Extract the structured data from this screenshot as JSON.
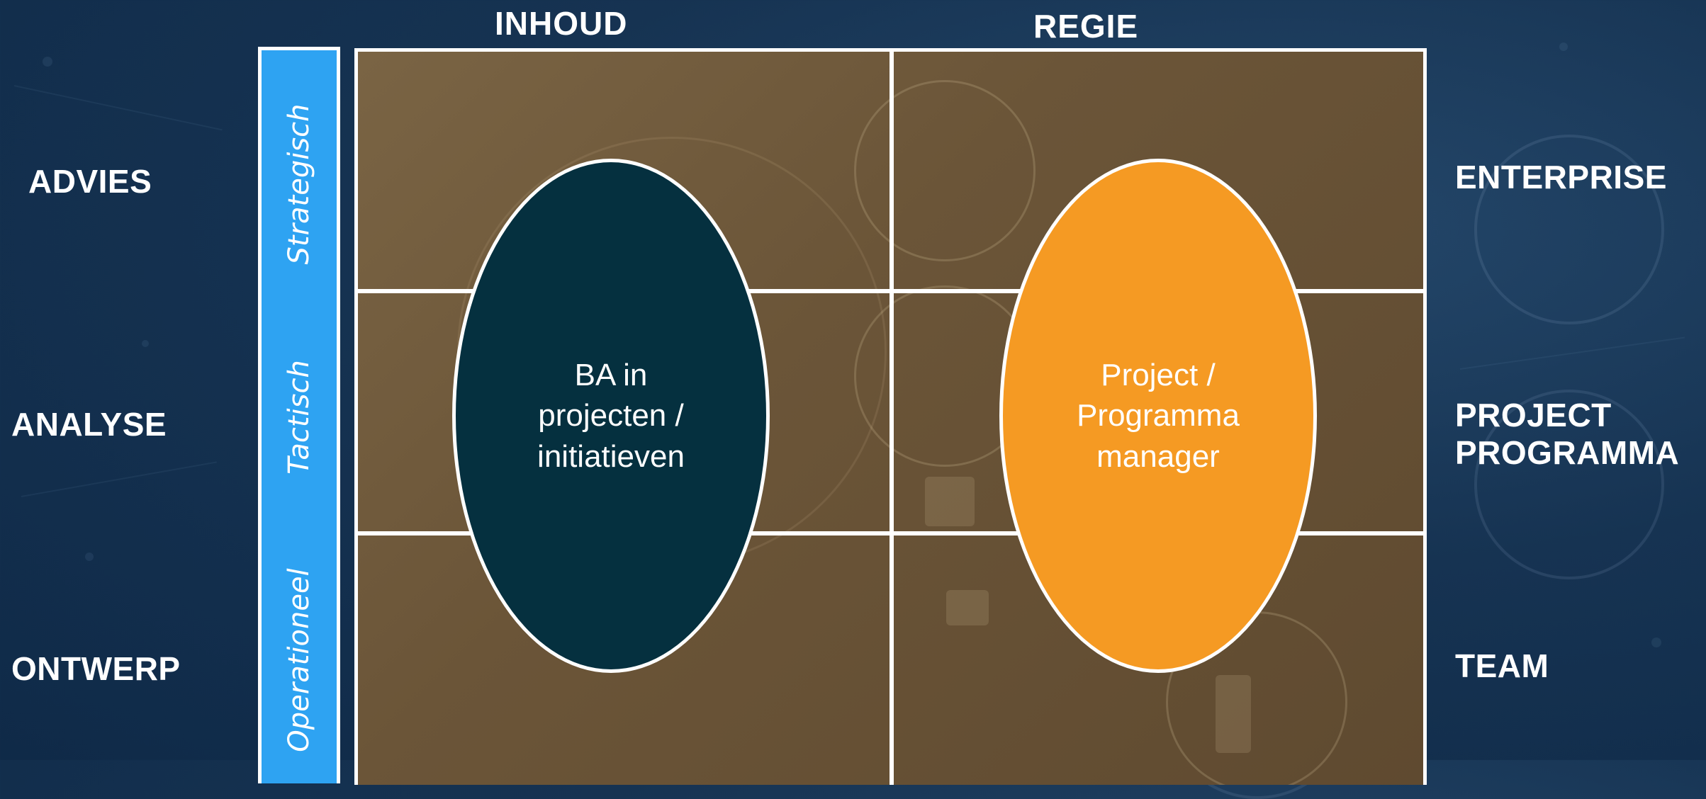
{
  "columns": {
    "left": "INHOUD",
    "right": "REGIE"
  },
  "left_labels": [
    "ADVIES",
    "ANALYSE",
    "ONTWERP"
  ],
  "right_labels": {
    "top": "ENTERPRISE",
    "middle_line1": "PROJECT",
    "middle_line2": "PROGRAMMA",
    "bottom": "TEAM"
  },
  "levels": [
    "Strategisch",
    "Tactisch",
    "Operationeel"
  ],
  "ovals": {
    "left": {
      "line1": "BA in",
      "line2": "projecten /",
      "line3": "initiatieven",
      "color": "#05303f"
    },
    "right": {
      "line1": "Project /",
      "line2": "Programma",
      "line3": "manager",
      "color": "#f59a23"
    }
  },
  "colors": {
    "level_bar": "#2ea3f2",
    "grid_fill": "#6b5538",
    "background": "#163352"
  }
}
